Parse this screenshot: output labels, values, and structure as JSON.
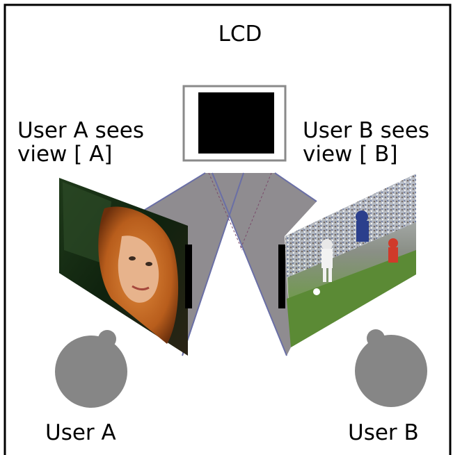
{
  "labels": {
    "lcd": "LCD",
    "user_a_view_line1": "User A sees",
    "user_a_view_line2": "view [ A]",
    "user_b_view_line1": "User B sees",
    "user_b_view_line2": "view [ B]",
    "user_a": "User A",
    "user_b": "User B"
  },
  "colors": {
    "frame": "#000000",
    "background": "#ffffff",
    "screen": "#000000",
    "bezel": "#ffffff",
    "bezel_border": "#8a8a8a",
    "beam": "#8f8c90",
    "beam_edge": "#6a6fa6",
    "head": "#868686",
    "shutter": "#000000"
  },
  "icons": {
    "view_a_image": "portrait-photo-icon",
    "view_b_image": "soccer-photo-icon",
    "user_a_head": "person-head-icon",
    "user_b_head": "person-head-icon"
  }
}
